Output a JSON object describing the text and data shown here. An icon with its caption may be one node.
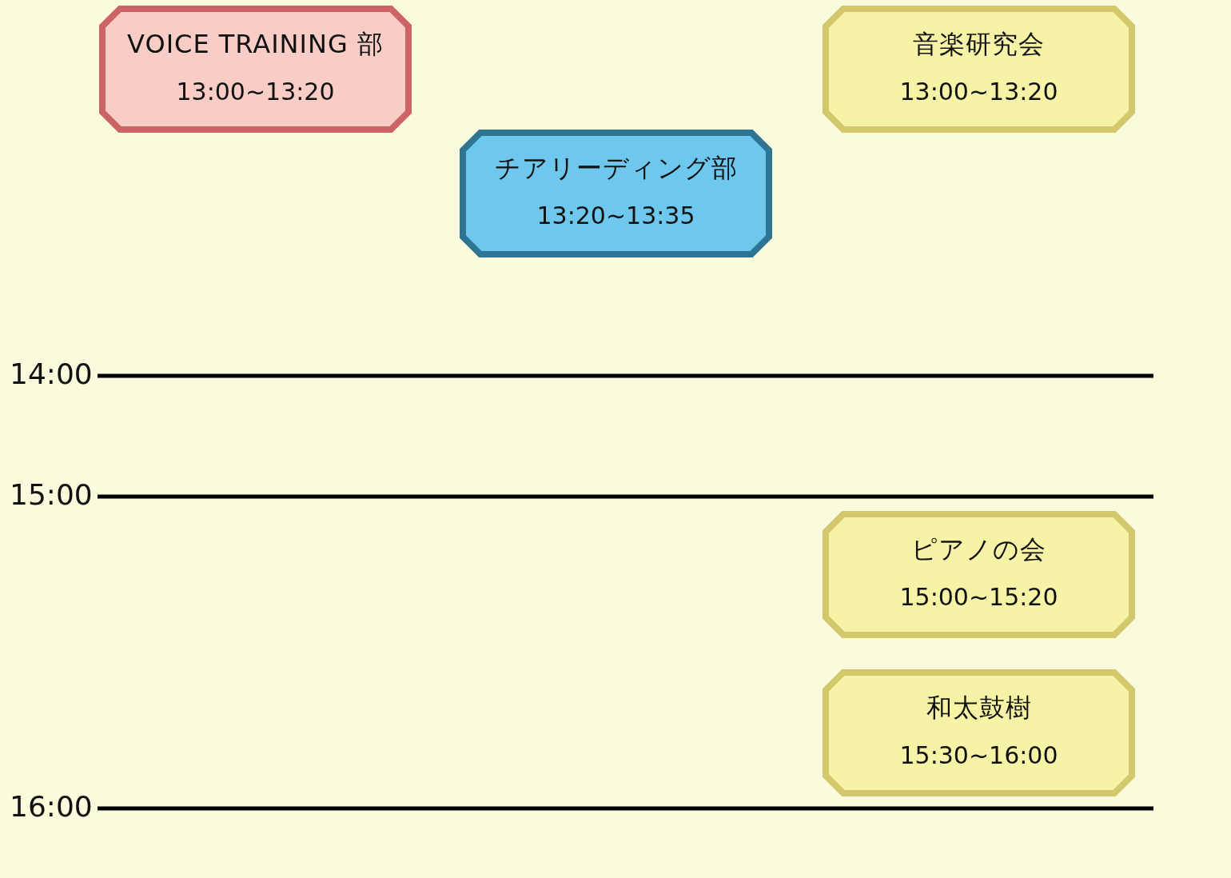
{
  "diagram": {
    "nodes": [
      {
        "text": [
          "VOICE TRAINING 部",
          "13:00~13:20"
        ]
      },
      {
        "text": [
          "音楽研究会",
          "13:00~13:20"
        ]
      },
      {
        "text": [
          "チアリーディング部",
          "13:20~13:35"
        ]
      },
      {
        "text": [
          "ピアノの会",
          "15:00~15:20"
        ]
      },
      {
        "text": [
          "和太鼓樹",
          "15:30~16:00"
        ]
      }
    ],
    "edges": [],
    "labels": [
      "14:00",
      "15:00",
      "16:00"
    ]
  }
}
